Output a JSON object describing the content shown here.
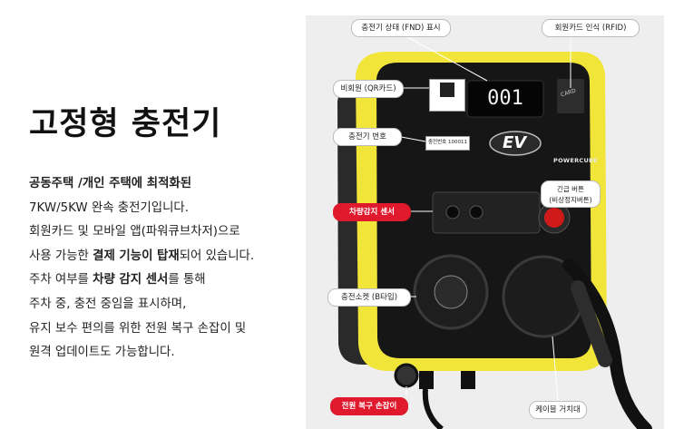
{
  "title": "고정형 충전기",
  "description": {
    "lines": [
      [
        "공동주택 /개인 주택에 최적화된"
      ],
      [
        "7KW/5KW 완속 충전기입니다."
      ],
      [
        "회원카드 및 모바일 앱(파워큐브차저)으로"
      ],
      [
        "사용 가능한 ",
        "결제 기능이 탑재",
        "되어 있습니다."
      ],
      [
        "주차 여부를 ",
        "차량 감지 센서",
        "를 통해"
      ],
      [
        "주차 중, 충전 중임을 표시하며,"
      ],
      [
        "유지 보수 편의를 위한 전원 복구 손잡이 및"
      ],
      [
        "원격 업데이트도 가능합니다."
      ]
    ]
  },
  "device": {
    "display_value": "001",
    "logo": "EV",
    "brand": "POWERCUBE",
    "card_text": "CARD",
    "charger_number_sticker": "충전번호 100011"
  },
  "callouts": [
    {
      "label": "충전기 상태 (FND) 표시"
    },
    {
      "label": "회원카드  인식 (RFID)"
    },
    {
      "label": "비회원 (QR카드)"
    },
    {
      "label": "충전기  번호"
    },
    {
      "label": "긴급 버튼\n(비상정지버튼)"
    },
    {
      "label": "차량감지  센서",
      "highlight": true
    },
    {
      "label": "충전소켓 (B타입)"
    },
    {
      "label": "케이블  거치대"
    },
    {
      "label": "전원  복구  손잡이",
      "highlight": true
    }
  ],
  "colors": {
    "accent_red": "#e0192d",
    "device_yellow": "#f1e53a",
    "device_black": "#161616"
  }
}
